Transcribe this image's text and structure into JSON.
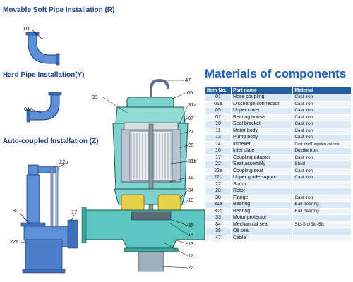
{
  "sections": {
    "soft": "Movable Soft Pipe Installation (R)",
    "hard": "Hard Pipe  Installation(Y)",
    "auto": "Auto-coupled Installation (Z)"
  },
  "left_callouts": {
    "c01": "01",
    "c01a": "01a",
    "c22b": "22b",
    "c30": "30",
    "c17": "17",
    "c22a": "22a"
  },
  "pump_callouts": {
    "c47": "47",
    "c05": "05",
    "c33": "33",
    "c31a": "31a",
    "c07": "07",
    "c27": "27",
    "c28": "28",
    "c31b": "31b",
    "c16": "16",
    "c34": "34",
    "c10": "10",
    "c35": "35",
    "c14": "14",
    "c13": "13",
    "c12": "12",
    "c22": "22"
  },
  "materials": {
    "title": "Materials of components",
    "headers": [
      "Item No.",
      "Part name",
      "Material"
    ],
    "rows": [
      [
        "01",
        "Hose coupling",
        "Cast iron"
      ],
      [
        "01a",
        "Discharge connection",
        "Cast iron"
      ],
      [
        "05",
        "Upper cover",
        "Cast iron"
      ],
      [
        "07",
        "Bearing house",
        "Cast iron"
      ],
      [
        "10",
        "Seal bracket",
        "Cast iron"
      ],
      [
        "11",
        "Motor body",
        "Cast iron"
      ],
      [
        "13",
        "Pump body",
        "Cast iron"
      ],
      [
        "14",
        "Impeller",
        "Cast iron/Tungsten carbide"
      ],
      [
        "16",
        "Inlet plate",
        "Ductile iron"
      ],
      [
        "17",
        "Coupling adapter",
        "Cast iron"
      ],
      [
        "22",
        "Seat assembly",
        "Steel"
      ],
      [
        "22a",
        "Coupling seat",
        "Cast iron"
      ],
      [
        "22b",
        "Upper guide support",
        "Cast iron"
      ],
      [
        "27",
        "Stator",
        ""
      ],
      [
        "28",
        "Rotor",
        ""
      ],
      [
        "30",
        "Flange",
        "Cast iron"
      ],
      [
        "31a",
        "Bearing",
        "Ball bearing"
      ],
      [
        "31b",
        "Bearing",
        "Ball bearing"
      ],
      [
        "33",
        "Motor protector",
        ""
      ],
      [
        "34",
        "Mechanical seal",
        "Sic-Sic/Sic-Sic"
      ],
      [
        "35",
        "Oil seal",
        ""
      ],
      [
        "47",
        "Cable",
        ""
      ]
    ]
  },
  "colors": {
    "heading": "#1d3f8c",
    "table_title": "#1a5fb4",
    "table_header": "#1f5f9f",
    "pipe_blue": "#5b8fd6",
    "pump_teal": "#7fd3cf",
    "impeller_yellow": "#e6d24a"
  }
}
